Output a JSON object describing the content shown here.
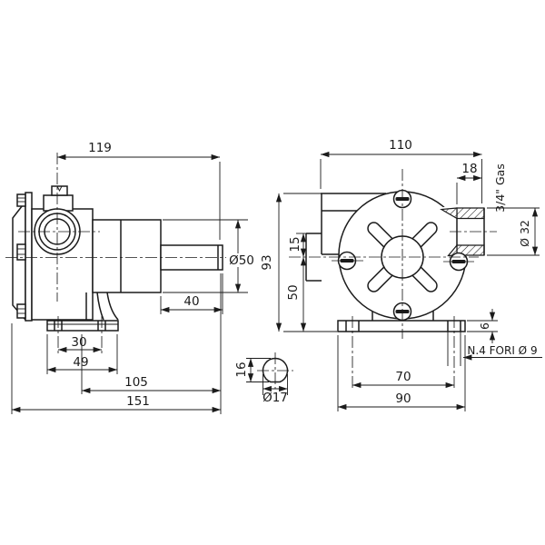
{
  "title": "Pump technical drawing",
  "colors": {
    "background": "#ffffff",
    "line": "#1b1b1b"
  },
  "dims": {
    "side": {
      "top_length": "119",
      "shaft_length": "40",
      "bearing_diameter": "Ø50",
      "slot_spacing": "30",
      "foot_width": "49",
      "body_length": "105",
      "total_length": "151"
    },
    "front": {
      "width": "110",
      "port_depth": "18",
      "thread": "3/4\" Gas",
      "port_diameter": "Ø 32",
      "height": "93",
      "center_to_shoulder": "15",
      "center_to_base": "50",
      "base_thickness": "6",
      "hole_spacing": "70",
      "base_width": "90",
      "holes_note": "N.4 FORI Ø 9"
    },
    "shaft_section": {
      "flat_height": "16",
      "diameter": "Ø17"
    }
  }
}
